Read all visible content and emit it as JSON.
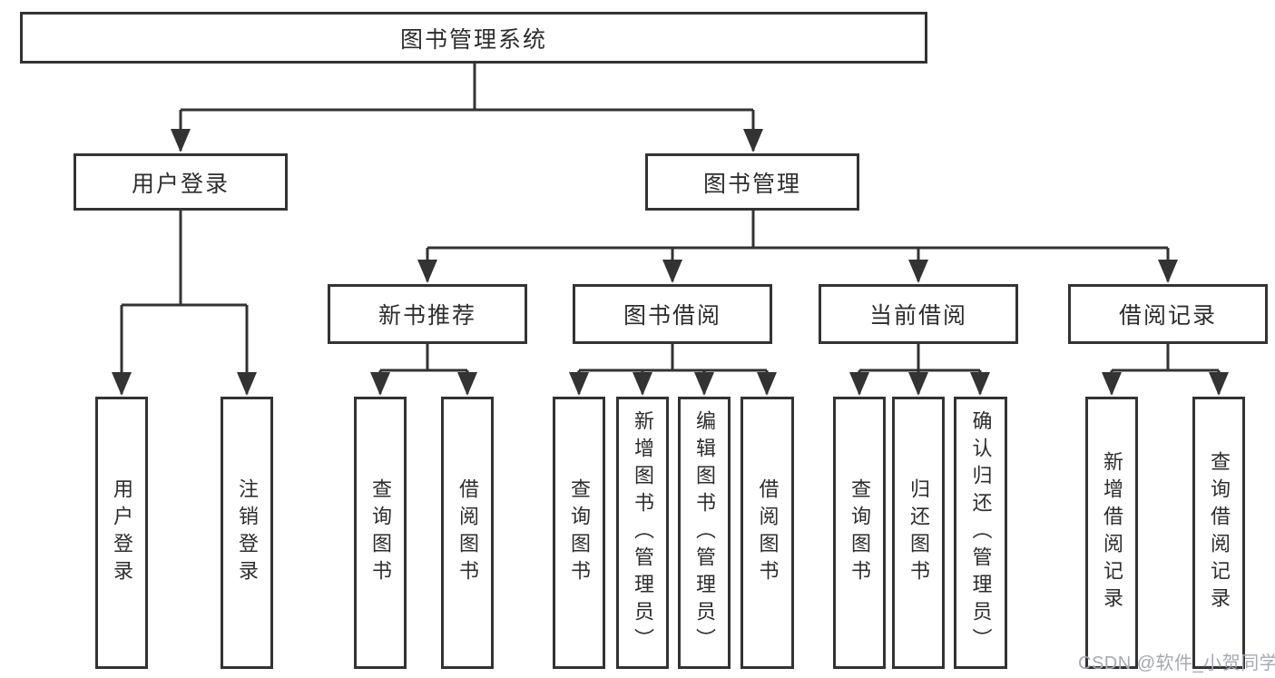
{
  "diagram": {
    "root": {
      "label": "图书管理系统"
    },
    "level2": [
      {
        "id": "user-login",
        "label": "用户登录"
      },
      {
        "id": "book-management",
        "label": "图书管理"
      }
    ],
    "level3": [
      {
        "id": "new-book-recommend",
        "label": "新书推荐",
        "parent": "图书管理"
      },
      {
        "id": "book-borrowing",
        "label": "图书借阅",
        "parent": "图书管理"
      },
      {
        "id": "current-borrowing",
        "label": "当前借阅",
        "parent": "图书管理"
      },
      {
        "id": "borrow-records",
        "label": "借阅记录",
        "parent": "图书管理"
      }
    ],
    "leaves": [
      {
        "group": "用户登录",
        "label": "用户登录"
      },
      {
        "group": "用户登录",
        "label": "注销登录"
      },
      {
        "group": "新书推荐",
        "label": "查询图书"
      },
      {
        "group": "新书推荐",
        "label": "借阅图书"
      },
      {
        "group": "图书借阅",
        "label": "查询图书"
      },
      {
        "group": "图书借阅",
        "label": "新增图书（管理员）"
      },
      {
        "group": "图书借阅",
        "label": "编辑图书（管理员）"
      },
      {
        "group": "图书借阅",
        "label": "借阅图书"
      },
      {
        "group": "当前借阅",
        "label": "查询图书"
      },
      {
        "group": "当前借阅",
        "label": "归还图书"
      },
      {
        "group": "当前借阅",
        "label": "确认归还（管理员）"
      },
      {
        "group": "借阅记录",
        "label": "新增借阅记录"
      },
      {
        "group": "借阅记录",
        "label": "查询借阅记录"
      }
    ]
  },
  "watermark": "CSDN @软件_小贺同学",
  "colors": {
    "line": "#333333",
    "text": "#2d2d2d",
    "watermark": "#a6a8b4",
    "bg": "#ffffff"
  }
}
